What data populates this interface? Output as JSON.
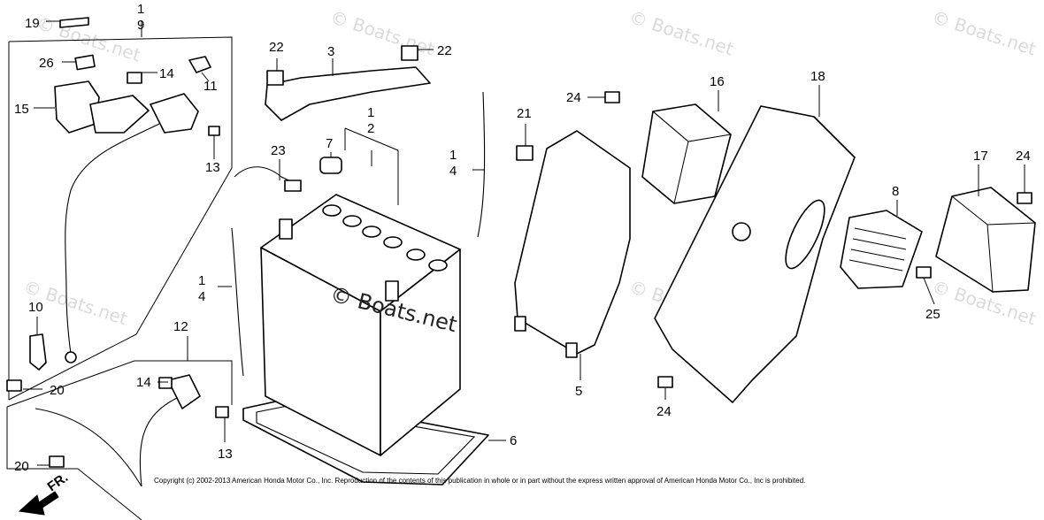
{
  "watermark": "© Boats.net",
  "copyright": "Copyright (c) 2002-2013 American Honda Motor Co., Inc. Reproduction of the contents of this publication in whole or in part without the express written approval of American Honda Motor Co., Inc is prohibited.",
  "direction_label": "FR.",
  "callouts": {
    "c19": "19",
    "c1a": "1",
    "c9": "9",
    "c26": "26",
    "c14a": "14",
    "c11": "11",
    "c15": "15",
    "c13a": "13",
    "c10": "10",
    "c20a": "20",
    "c12": "12",
    "c14b": "14",
    "c13b": "13",
    "c20b": "20",
    "c22a": "22",
    "c3": "3",
    "c22b": "22",
    "c1b": "1",
    "c2": "2",
    "c7": "7",
    "c23": "23",
    "c1c": "1",
    "c4a": "4",
    "c6": "6",
    "c1d": "1",
    "c4b": "4",
    "c21": "21",
    "c24a": "24",
    "c5": "5",
    "c16": "16",
    "c18": "18",
    "c8": "8",
    "c17": "17",
    "c24b": "24",
    "c25": "25",
    "c24c": "24"
  }
}
